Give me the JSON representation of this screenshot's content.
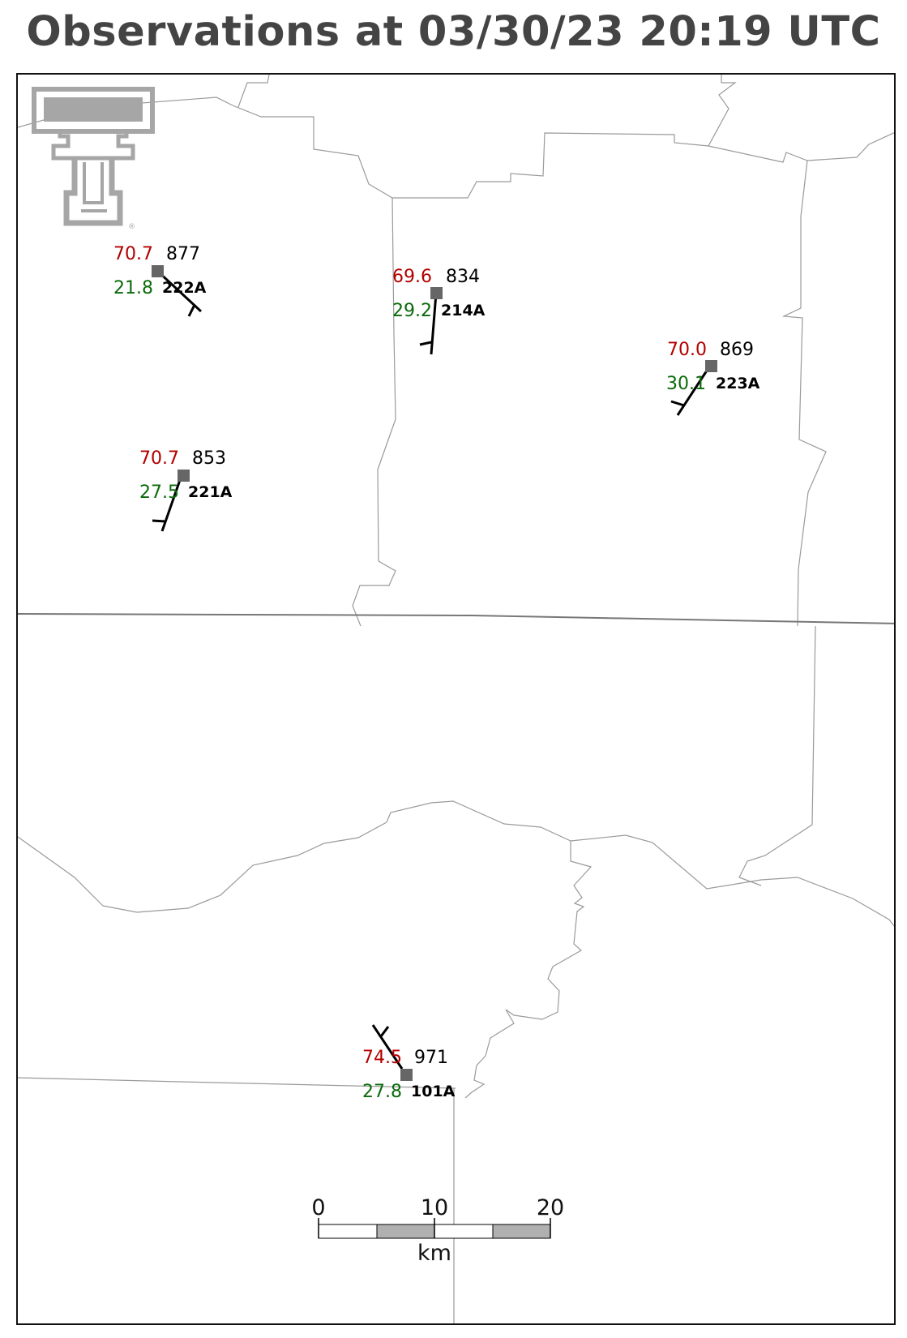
{
  "title": "Observations at 03/30/23 20:19 UTC",
  "logo": {
    "name": "texas-tech-double-t-logo",
    "mark": "®"
  },
  "colors": {
    "temperature": "#b30000",
    "dewpoint": "#0b6b0b",
    "station": "#666666",
    "boundary": "#999999"
  },
  "stations": [
    {
      "id": "222A",
      "temp": "70.7",
      "dewpoint": "21.8",
      "pressure": "877"
    },
    {
      "id": "214A",
      "temp": "69.6",
      "dewpoint": "29.2",
      "pressure": "834"
    },
    {
      "id": "223A",
      "temp": "70.0",
      "dewpoint": "30.1",
      "pressure": "869"
    },
    {
      "id": "221A",
      "temp": "70.7",
      "dewpoint": "27.5",
      "pressure": "853"
    },
    {
      "id": "101A",
      "temp": "74.5",
      "dewpoint": "27.8",
      "pressure": "971"
    }
  ],
  "scale_bar": {
    "labels": [
      "0",
      "10",
      "20"
    ],
    "unit": "km"
  }
}
